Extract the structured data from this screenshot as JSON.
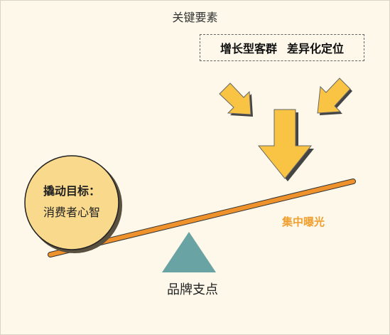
{
  "title": "关键要素",
  "key_elements": [
    "增长型客群",
    "差异化定位"
  ],
  "coin": {
    "line1": "撬动目标：",
    "line2": "消费者心智"
  },
  "beam_label": "集中曝光",
  "fulcrum_label": "品牌支点",
  "colors": {
    "background": "#fdf8ea",
    "arrow_fill": "#f9c443",
    "beam": "#f0922c",
    "fulcrum": "#6aa3a3",
    "coin": "#f9d98c",
    "focus_text": "#f0a030"
  }
}
